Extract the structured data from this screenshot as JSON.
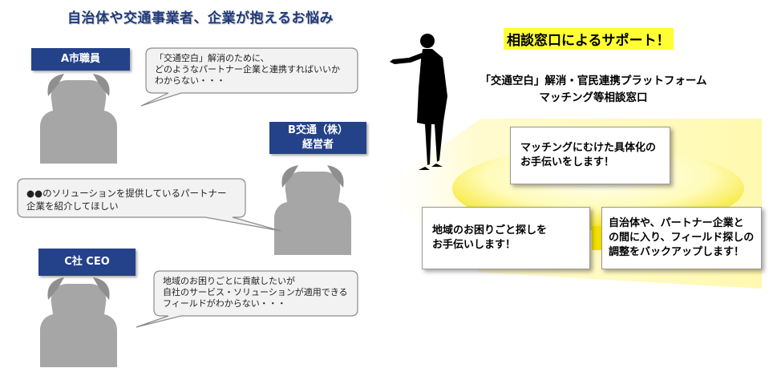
{
  "left_title": "自治体や交通事業者、企業が抱えるお悩み",
  "right_title": "相談窓口によるサポート！",
  "subtitle_lines": [
    "「交通空白」解消・官民連携プラットフォーム",
    "マッチング等相談窓口"
  ],
  "roles": {
    "a_city": "A市職員",
    "b_transport_line1": "B交通（株）",
    "b_transport_line2": "経営者",
    "c_company": "C社 CEO"
  },
  "bubbles": {
    "a_lines": [
      "「交通空白」解消のために、",
      "どのようなパートナー企業と連携すればいいか",
      "わからない・・・"
    ],
    "b_lines": [
      "●●のソリューションを提供しているパートナー",
      "企業を紹介してほしい"
    ],
    "c_lines": [
      "地域のお困りごとに貢献したいが",
      "自社のサービス・ソリューションが適用できる",
      "フィールドがわからない・・・"
    ]
  },
  "support": {
    "matching_lines": [
      "マッチングにむけた具体化の",
      "お手伝いをします！"
    ],
    "local_lines": [
      "地域のお困りごと探しを",
      "お手伝いします！"
    ],
    "coordination_lines": [
      "自治体や、パートナー企業と",
      "の間に入り、フィールド探しの",
      "調整をバックアップします！"
    ]
  },
  "colors": {
    "navy": "#24428a",
    "title_blue": "#1f3a7a",
    "highlight_yellow": "#ffff33",
    "silhouette_gray": "#a6a6a6",
    "bubble_fill": "#f2f2f2"
  },
  "icons": {
    "worried_person": "head-in-hands-silhouette",
    "guide_person": "presenting-woman-silhouette"
  }
}
